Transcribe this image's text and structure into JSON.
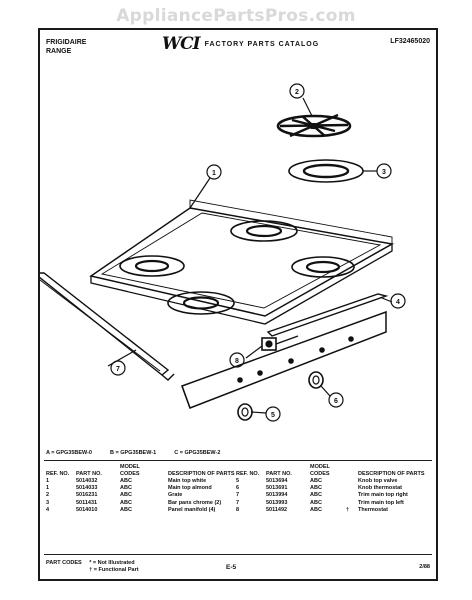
{
  "watermark": "AppliancePartsPros.com",
  "header": {
    "brand": "FRIGIDAIRE",
    "product": "RANGE",
    "logo": "WCI",
    "catalog_title": "FACTORY PARTS CATALOG",
    "catalog_number": "LF32465020"
  },
  "callouts": [
    "1",
    "2",
    "3",
    "4",
    "5",
    "6",
    "7",
    "8"
  ],
  "models": [
    {
      "code": "A = GPG35BEW-0"
    },
    {
      "code": "B = GPG35BEW-1"
    },
    {
      "code": "C = GPG35BEW-2"
    }
  ],
  "columns": {
    "ref": "REF. NO.",
    "part": "PART NO.",
    "model": "MODEL CODES",
    "desc": "DESCRIPTION OF PARTS"
  },
  "parts_left": [
    {
      "ref": "1",
      "part": "5014032",
      "model": "ABC",
      "mark": "",
      "desc": "Main top white"
    },
    {
      "ref": "1",
      "part": "5014033",
      "model": "ABC",
      "mark": "",
      "desc": "Main top almond"
    },
    {
      "ref": "2",
      "part": "5016231",
      "model": "ABC",
      "mark": "",
      "desc": "Grate"
    },
    {
      "ref": "3",
      "part": "5011431",
      "model": "ABC",
      "mark": "",
      "desc": "Bar pans chrome (2)"
    },
    {
      "ref": "4",
      "part": "5014010",
      "model": "ABC",
      "mark": "",
      "desc": "Panel manifold (4)"
    }
  ],
  "parts_right": [
    {
      "ref": "5",
      "part": "5013694",
      "model": "ABC",
      "mark": "",
      "desc": "Knob top valve"
    },
    {
      "ref": "6",
      "part": "5013691",
      "model": "ABC",
      "mark": "",
      "desc": "Knob thermostat"
    },
    {
      "ref": "7",
      "part": "5013994",
      "model": "ABC",
      "mark": "",
      "desc": "Trim main top right"
    },
    {
      "ref": "7",
      "part": "5013993",
      "model": "ABC",
      "mark": "",
      "desc": "Trim main top left"
    },
    {
      "ref": "8",
      "part": "5011492",
      "model": "ABC",
      "mark": "†",
      "desc": "Thermostat"
    }
  ],
  "part_codes": {
    "label": "PART CODES",
    "line1": "* = Not Illustrated",
    "line2": "† = Functional Part"
  },
  "page": "E-5",
  "date": "2/88"
}
